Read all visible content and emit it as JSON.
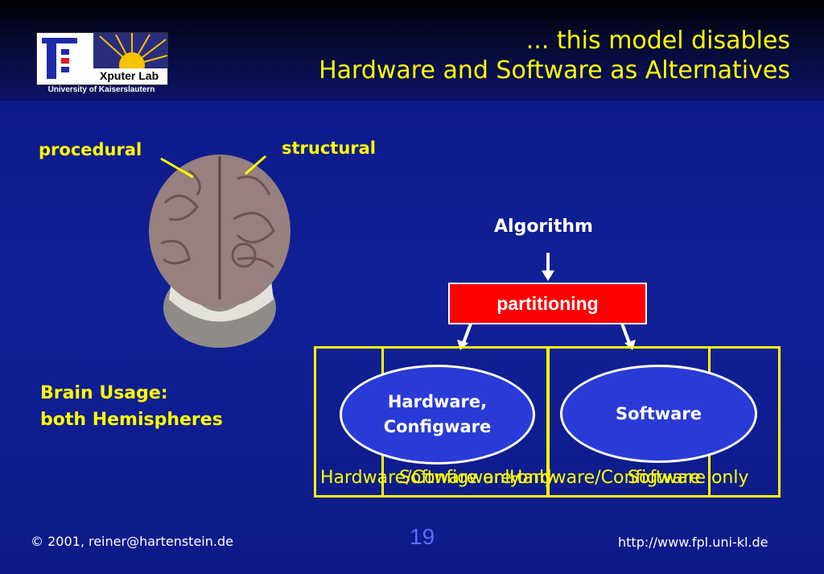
{
  "header": {
    "title_line1": "... this model disables",
    "title_line2": "Hardware and Software as Alternatives"
  },
  "logo": {
    "lab": "Xputer Lab",
    "caption": "University of Kaiserslautern"
  },
  "brain": {
    "label_left": "procedural",
    "label_right": "structural",
    "usage_line1": "Brain Usage:",
    "usage_line2": "both Hemispheres"
  },
  "diagram": {
    "algorithm": "Algorithm",
    "partitioning": "partitioning",
    "left_node_line1": "Hardware,",
    "left_node_line2": "Configware",
    "right_node": "Software",
    "label_1": "Hardware/Configware only",
    "label_2": "Software only",
    "label_3": "Hardware/Configware",
    "label_4": "Software only"
  },
  "footer": {
    "copyright_symbol": "©",
    "copyright": "2001, reiner@hartenstein.de",
    "page": "19",
    "url": "http://www.fpl.uni-kl.de"
  },
  "colors": {
    "background": "#102096",
    "title": "#ffff00",
    "partition_box": "#ff0000",
    "ellipse": "#2a3ad6",
    "frame": "#ffff00"
  }
}
